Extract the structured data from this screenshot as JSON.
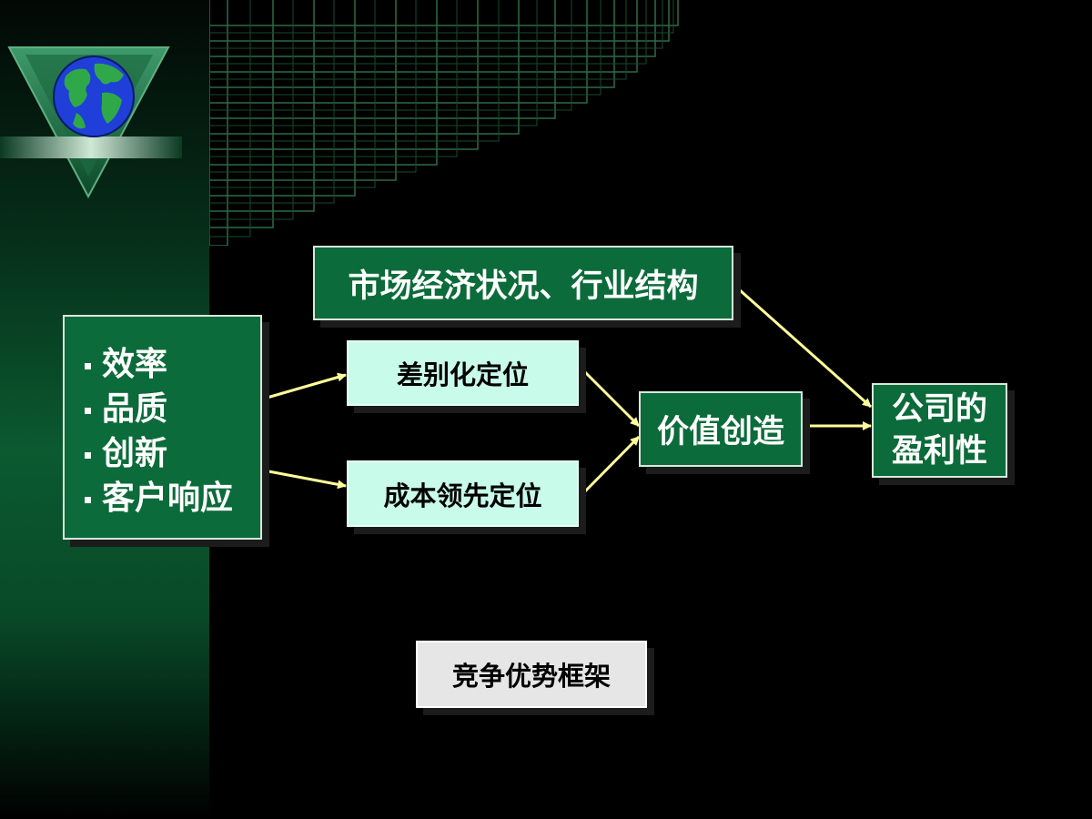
{
  "diagram": {
    "market_box": {
      "label": "市场经济状况、行业结构"
    },
    "drivers_box": {
      "items": [
        {
          "label": "效率"
        },
        {
          "label": "品质"
        },
        {
          "label": "创新"
        },
        {
          "label": "客户响应"
        }
      ]
    },
    "differentiation_box": {
      "label": "差别化定位"
    },
    "cost_leadership_box": {
      "label": "成本领先定位"
    },
    "value_creation_box": {
      "label": "价值创造"
    },
    "profitability_box": {
      "line1": "公司的",
      "line2": "盈利性"
    },
    "caption_box": {
      "label": "竞争优势框架"
    }
  },
  "colors": {
    "background": "#000000",
    "green_box": "#0c6b3a",
    "mint_box": "#c8fbea",
    "caption_box": "#e6e6e6",
    "arrow": "#ffff99",
    "text_light": "#ffffff",
    "text_dark": "#000000"
  },
  "icons": {
    "logo": "globe-icon"
  }
}
